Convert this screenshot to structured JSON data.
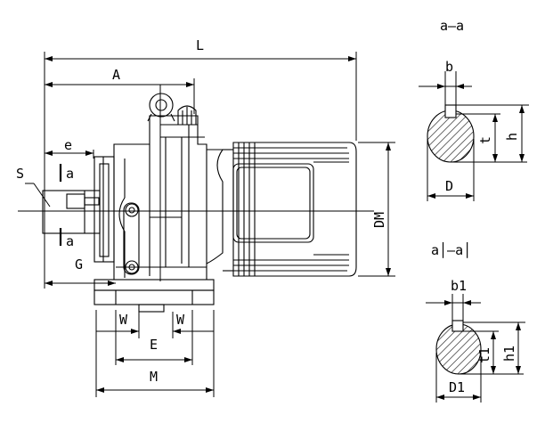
{
  "dimensions": {
    "L": "L",
    "A": "A",
    "e": "e",
    "S": "S",
    "a_top": "a",
    "a_bottom": "a",
    "G": "G",
    "W_left": "W",
    "W_right": "W",
    "E": "E",
    "M": "M",
    "DM": "DM"
  },
  "section_aa": {
    "title": "a–a",
    "b": "b",
    "t": "t",
    "h": "h",
    "D": "D"
  },
  "section_a1a1": {
    "title": "a│–a│",
    "b1": "b1",
    "t1": "t1",
    "h1": "h1",
    "D1": "D1"
  }
}
